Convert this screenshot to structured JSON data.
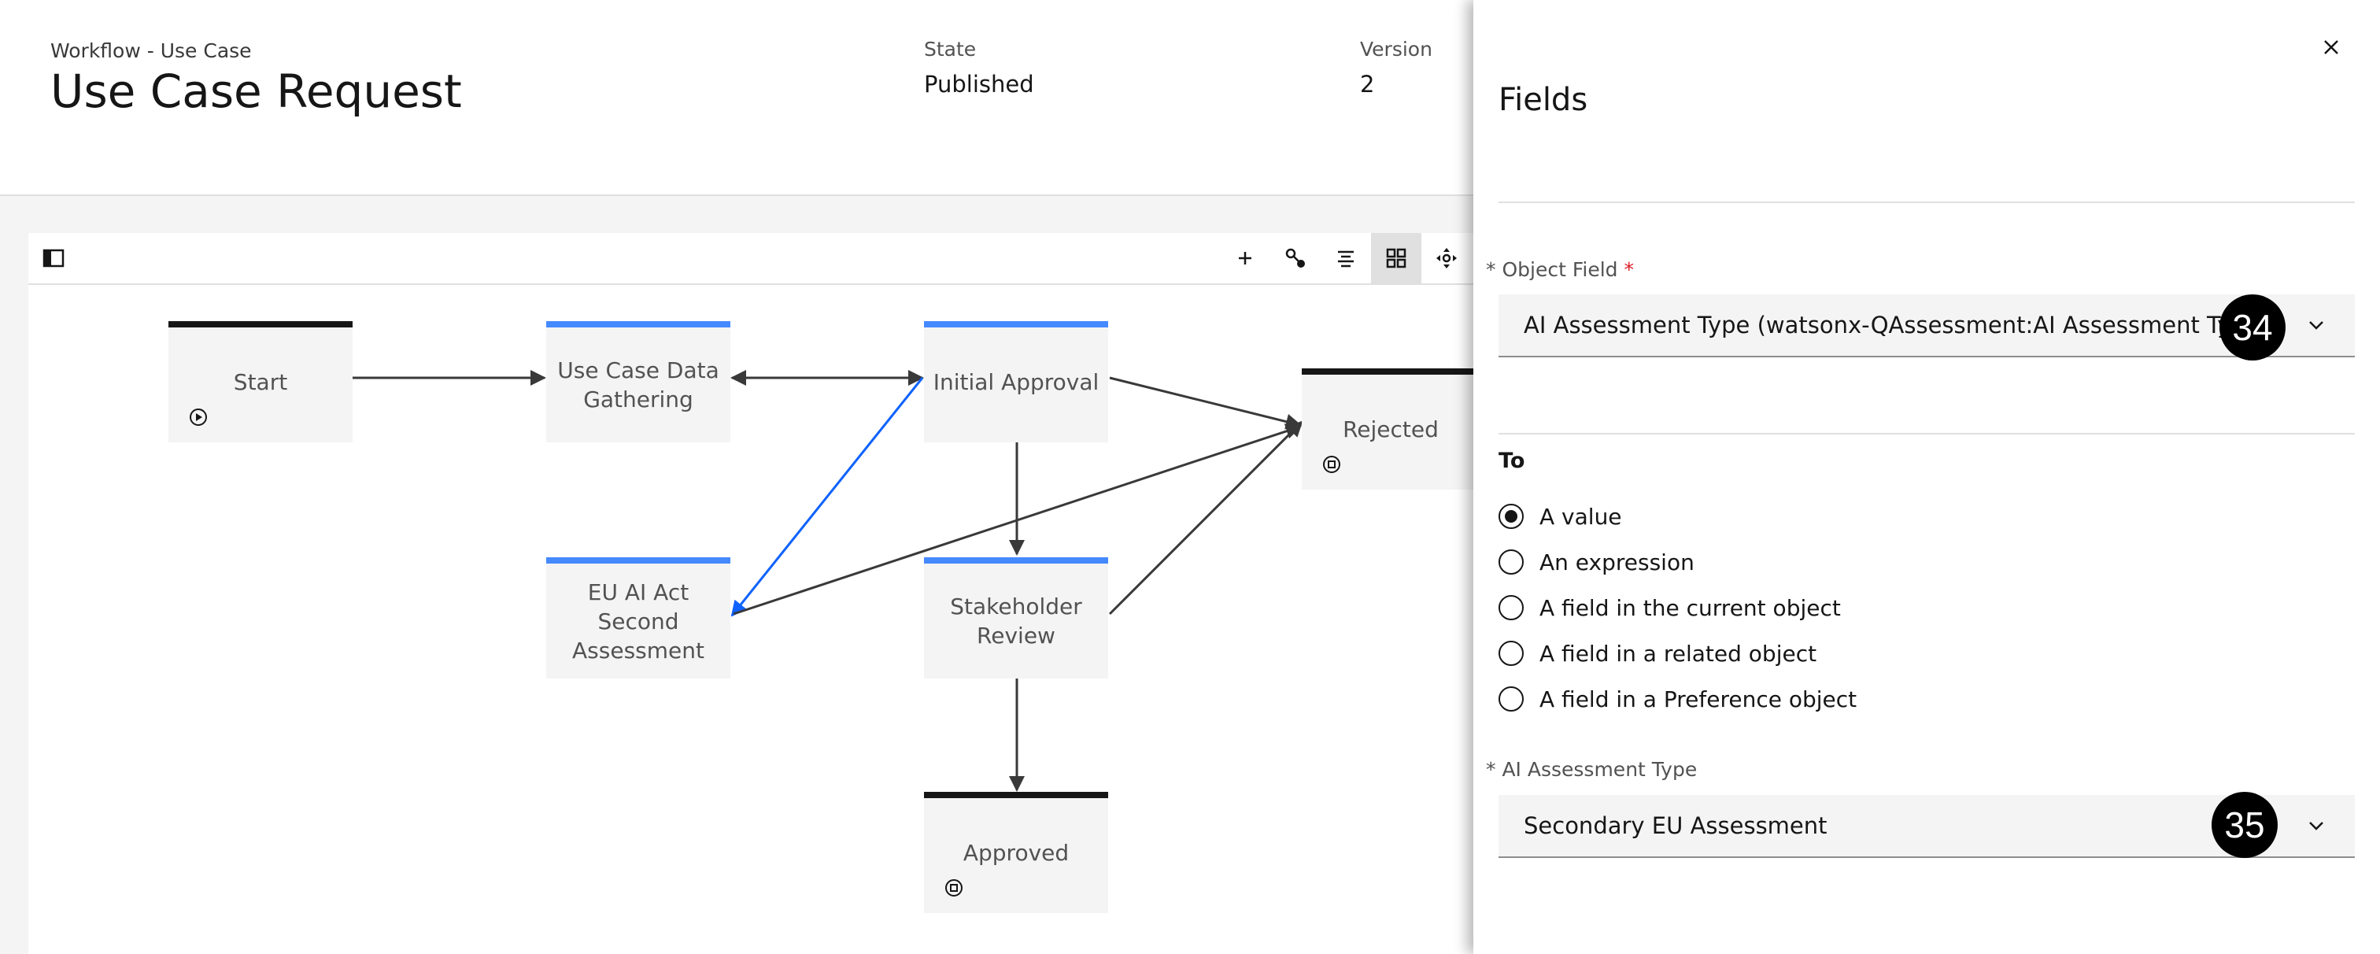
{
  "header": {
    "breadcrumb": "Workflow - Use Case",
    "title": "Use Case Request",
    "state_label": "State",
    "state_value": "Published",
    "version_label": "Version",
    "version_value": "2"
  },
  "toolbar": {
    "icons": [
      "panel-toggle-icon",
      "add-icon",
      "connect-icon",
      "align-icon",
      "grid-icon",
      "move-icon"
    ]
  },
  "workflow": {
    "nodes": {
      "start": "Start",
      "use_case_data_gathering": [
        "Use Case Data",
        "Gathering"
      ],
      "initial_approval": "Initial Approval",
      "rejected": "Rejected",
      "eu_ai_act": [
        "EU AI Act",
        "Second",
        "Assessment"
      ],
      "stakeholder_review": [
        "Stakeholder",
        "Review"
      ],
      "approved": "Approved"
    },
    "colors": {
      "step_accent": "#4589ff",
      "terminal_accent": "#161616",
      "selected_edge": "#0f62fe",
      "edge": "#393939"
    }
  },
  "panel": {
    "title": "Fields",
    "object_field": {
      "label": "Object Field",
      "required_mark": "*",
      "value": "AI Assessment Type (watsonx-QAssessment:AI Assessment Type)"
    },
    "to": {
      "label": "To",
      "options": [
        "A value",
        "An expression",
        "A field in the current object",
        "A field in a related object",
        "A field in a Preference object"
      ],
      "selected": "A value"
    },
    "assessment_type": {
      "label": "AI Assessment Type",
      "required_mark": "*",
      "value": "Secondary EU Assessment"
    },
    "badges": [
      "34",
      "35"
    ]
  }
}
